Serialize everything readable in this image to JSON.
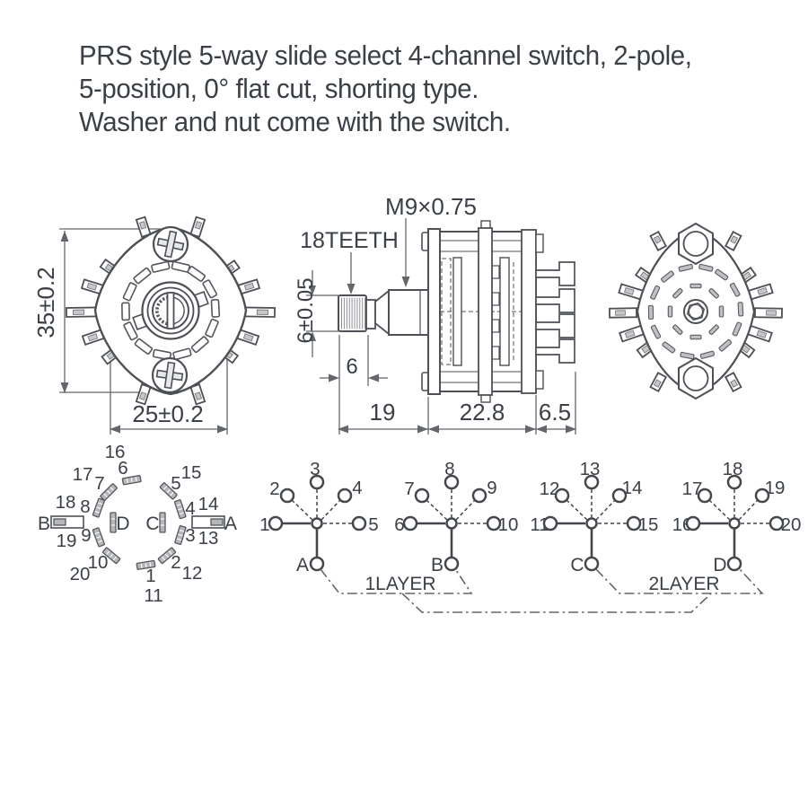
{
  "title": {
    "line1": "PRS style 5-way slide select 4-channel switch, 2-pole,",
    "line2": "5-position, 0° flat cut, shorting type.",
    "line3": "Washer and nut come with the switch."
  },
  "front_view": {
    "height_dim": "35±0.2",
    "width_dim": "25±0.2"
  },
  "side_view": {
    "teeth_label": "18TEETH",
    "thread_label": "M9×0.75",
    "shaft_dia_dim": "6±0.05",
    "knurl_len_dim": "6",
    "front_len_dim": "19",
    "body_len_dim": "22.8",
    "terminal_len_dim": "6.5"
  },
  "rosette": {
    "terminals": {
      "a": "A",
      "b": "B",
      "c": "C",
      "d": "D"
    },
    "inner": [
      "1",
      "2",
      "3",
      "4",
      "5",
      "6",
      "7",
      "8",
      "9",
      "10"
    ],
    "outer": [
      "11",
      "12",
      "13",
      "14",
      "15",
      "16",
      "17",
      "18",
      "19",
      "20"
    ]
  },
  "schematics": [
    {
      "common": "A",
      "positions": [
        "1",
        "2",
        "3",
        "4",
        "5"
      ]
    },
    {
      "common": "B",
      "positions": [
        "6",
        "7",
        "8",
        "9",
        "10"
      ]
    },
    {
      "common": "C",
      "positions": [
        "11",
        "12",
        "13",
        "14",
        "15"
      ]
    },
    {
      "common": "D",
      "positions": [
        "16",
        "17",
        "18",
        "19",
        "20"
      ]
    }
  ],
  "layers": {
    "layer1": "1LAYER",
    "layer2": "2LAYER"
  },
  "colors": {
    "line": "#4d5055",
    "text": "#3b4046",
    "contact_fill": "#b6b7ba",
    "background": "#ffffff"
  }
}
